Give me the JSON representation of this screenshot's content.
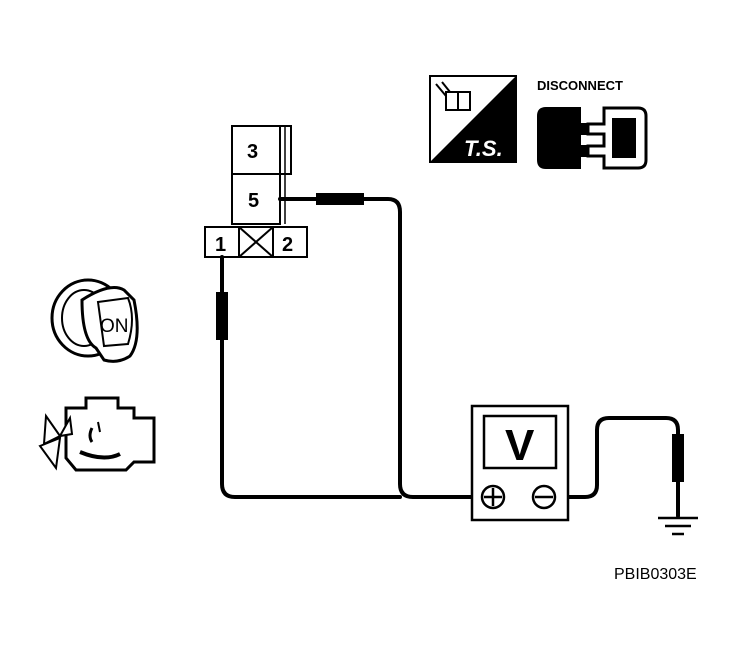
{
  "connector": {
    "pin_3": "3",
    "pin_5": "5",
    "pin_1": "1",
    "pin_2": "2"
  },
  "test_symbols": {
    "ts_label": "T.S.",
    "disconnect_label": "DISCONNECT"
  },
  "ignition": {
    "key_label": "ON"
  },
  "meter": {
    "label": "V"
  },
  "figure_code": "PBIB0303E"
}
